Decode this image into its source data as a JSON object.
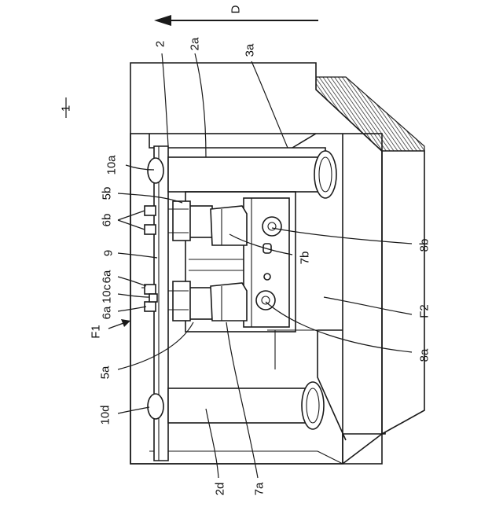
{
  "figure": {
    "ref_main": "1",
    "direction_label": "D",
    "labels": {
      "l2": "2",
      "l2a": "2a",
      "l3a": "3a",
      "l10a": "10a",
      "l5b": "5b",
      "l6b": "6b",
      "l9": "9",
      "l6a_top": "6a",
      "l10c": "10c",
      "l6a_bottom": "6a",
      "lF1": "F1",
      "l5a": "5a",
      "l10d": "10d",
      "l2d": "2d",
      "l7a": "7a",
      "l8a": "8a",
      "lF2": "F2",
      "l7b": "7b",
      "l8b": "8b"
    }
  }
}
